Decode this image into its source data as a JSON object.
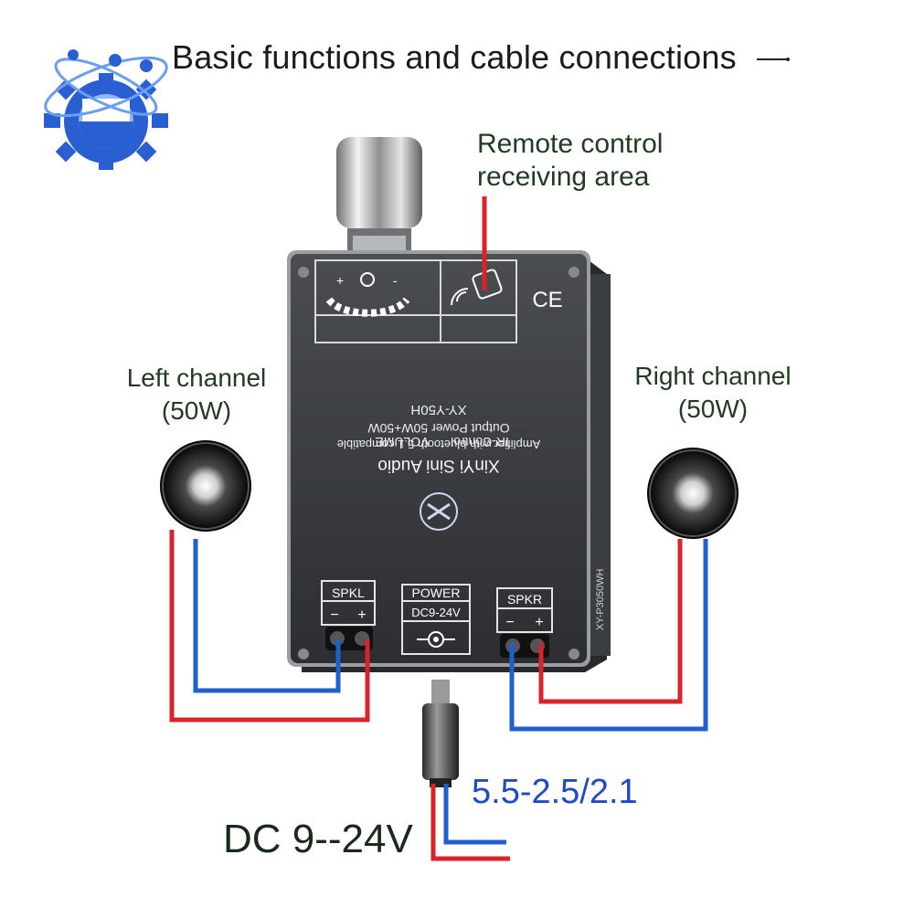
{
  "colors": {
    "wire_positive": "#d8232a",
    "wire_negative": "#1f5fcf",
    "pointer_line": "#d8232a",
    "board_body": "#3a3d40",
    "label_text": "#233b22",
    "plug_spec_text": "#1f49c8",
    "logo": "#2a62d6"
  },
  "header": {
    "title": "Basic functions and cable connections"
  },
  "callouts": {
    "remote_control": "Remote control\nreceiving area",
    "left_channel": "Left channel\n(50W)",
    "right_channel": "Right channel\n(50W)",
    "plug_size": "5.5-2.5/2.1",
    "dc_input": "DC 9--24V"
  },
  "board": {
    "volume_label": "VOLUME",
    "ir_label": "IR-Control",
    "ce_mark": "CE",
    "model": "XY-Y50H",
    "spec_output": "Output Power 50W+50W",
    "spec_desc": "Amplifier with bluetooth 5.1 compatible",
    "brand": "XinYi Sini Audio",
    "side_part_number": "XY-P3050WH",
    "terminals": {
      "left_label": "SPKL",
      "power_label": "POWER",
      "power_voltage": "DC9-24V",
      "right_label": "SPKR",
      "minus": "−",
      "plus": "+"
    }
  },
  "icons": [
    "logo-gear-atom-icon",
    "volume-knob-icon",
    "speaker-left-icon",
    "speaker-right-icon",
    "dc-plug-icon",
    "ir-receiver-icon",
    "ce-mark-icon",
    "polarity-icon"
  ]
}
